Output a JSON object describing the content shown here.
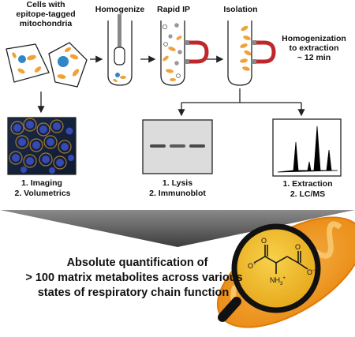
{
  "steps": {
    "cells_line1": "Cells with",
    "cells_line2": "epitope-tagged",
    "cells_line3": "mitochondria",
    "homogenize": "Homogenize",
    "rapid_ip": "Rapid IP",
    "isolation": "Isolation",
    "timing_line1": "Homogenization",
    "timing_line2": "to extraction",
    "timing_line3": "~ 12 min"
  },
  "panels": {
    "imaging": {
      "line1": "1. Imaging",
      "line2": "2. Volumetrics"
    },
    "lysis": {
      "line1": "1. Lysis",
      "line2": "2. Immunoblot"
    },
    "extraction": {
      "line1": "1. Extraction",
      "line2": "2. LC/MS"
    }
  },
  "conclusion": {
    "line1": "Absolute quantification of",
    "line2": "> 100 matrix metabolites across various",
    "line3": "states of respiratory chain function"
  },
  "molecule_labels": {
    "o_left": "O",
    "o_right": "O",
    "nh3": "NH"
  },
  "colors": {
    "mito_orange": "#f0a23a",
    "mito_dark": "#e8870f",
    "nucleus_blue": "#2f86c8",
    "magnet_red": "#c0272d",
    "cone_gray": "#6b6b6b",
    "magnifier_black": "#111111"
  }
}
